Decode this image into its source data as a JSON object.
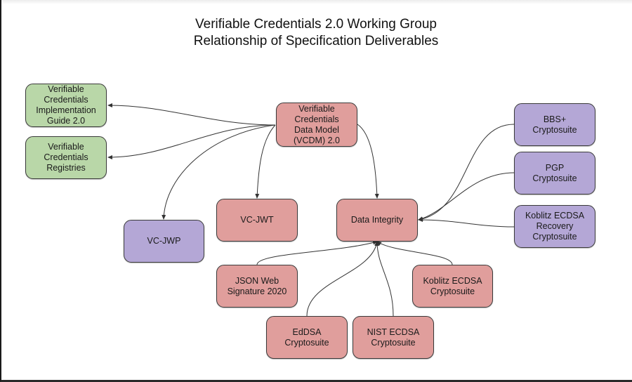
{
  "diagram": {
    "title_line1": "Verifiable Credentials 2.0 Working Group",
    "title_line2": "Relationship of Specification Deliverables",
    "colors": {
      "informative": "#b9d7a8",
      "core": "#e09e9c",
      "external": "#b4a7d6",
      "edge": "#333333"
    },
    "nodes": {
      "impl_guide": {
        "label": "Verifiable\nCredentials\nImplementation\nGuide 2.0",
        "category": "green"
      },
      "registries": {
        "label": "Verifiable\nCredentials\nRegistries",
        "category": "green"
      },
      "vcdm": {
        "label": "Verifiable\nCredentials\nData Model\n(VCDM) 2.0",
        "category": "red"
      },
      "vc_jwp": {
        "label": "VC-JWP",
        "category": "purple"
      },
      "vc_jwt": {
        "label": "VC-JWT",
        "category": "red"
      },
      "data_integrity": {
        "label": "Data Integrity",
        "category": "red"
      },
      "bbs": {
        "label": "BBS+\nCryptosuite",
        "category": "purple"
      },
      "pgp": {
        "label": "PGP\nCryptosuite",
        "category": "purple"
      },
      "koblitz_recovery": {
        "label": "Koblitz ECDSA\nRecovery\nCryptosuite",
        "category": "purple"
      },
      "jws2020": {
        "label": "JSON Web\nSignature 2020",
        "category": "red"
      },
      "koblitz": {
        "label": "Koblitz ECDSA\nCryptosuite",
        "category": "red"
      },
      "eddsa": {
        "label": "EdDSA\nCryptosuite",
        "category": "red"
      },
      "nist": {
        "label": "NIST ECDSA\nCryptosuite",
        "category": "red"
      }
    },
    "edges": [
      {
        "from": "vcdm",
        "to": "impl_guide"
      },
      {
        "from": "vcdm",
        "to": "registries"
      },
      {
        "from": "vcdm",
        "to": "vc_jwp"
      },
      {
        "from": "vcdm",
        "to": "vc_jwt"
      },
      {
        "from": "vcdm",
        "to": "data_integrity"
      },
      {
        "from": "bbs",
        "to": "data_integrity"
      },
      {
        "from": "pgp",
        "to": "data_integrity"
      },
      {
        "from": "koblitz_recovery",
        "to": "data_integrity"
      },
      {
        "from": "jws2020",
        "to": "data_integrity"
      },
      {
        "from": "eddsa",
        "to": "data_integrity"
      },
      {
        "from": "nist",
        "to": "data_integrity"
      },
      {
        "from": "koblitz",
        "to": "data_integrity"
      }
    ]
  }
}
